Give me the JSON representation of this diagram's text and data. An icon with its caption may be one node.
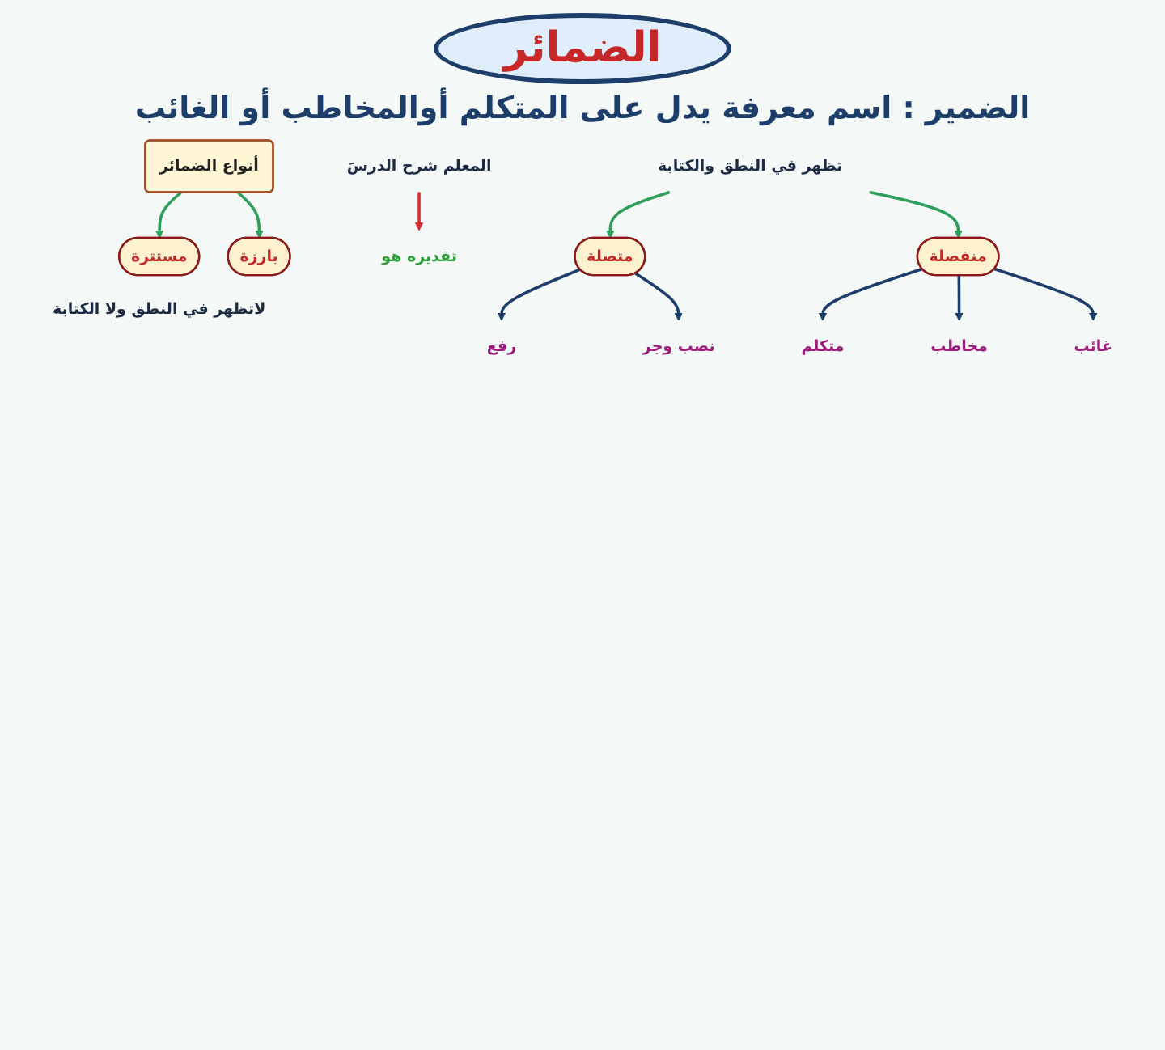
{
  "diagram": {
    "title": "الضمائر",
    "nodes": [
      {
        "text": [
          "أنواع الضمائر"
        ]
      },
      {
        "text": [
          "مستترة"
        ],
        "beside": [
          "لاتظهر في النطق ولا الكتابة"
        ]
      },
      {
        "text": [
          "بارزة"
        ]
      },
      {
        "text": [
          "تظهر في النطق والكتابة"
        ]
      },
      {
        "text": [
          "المعلم شرح الدرسَ"
        ]
      },
      {
        "text": [
          "تقديره هو"
        ]
      },
      {
        "text": [
          "متصلة"
        ]
      },
      {
        "text": [
          "منفصلة"
        ]
      },
      {
        "text": [
          "رفع"
        ]
      },
      {
        "text": [
          "نصب وجر"
        ]
      },
      {
        "text": [
          "متكلم"
        ]
      },
      {
        "text": [
          "مخاطب"
        ]
      },
      {
        "text": [
          "غائب"
        ]
      }
    ],
    "edges": [
      {
        "from": 0,
        "to": 1,
        "arrow": "to",
        "color": "#2e9e5b"
      },
      {
        "from": 0,
        "to": 2,
        "arrow": "to",
        "color": "#2e9e5b"
      },
      {
        "from": 3,
        "to": 6,
        "arrow": "to",
        "color": "#2e9e5b"
      },
      {
        "from": 3,
        "to": 7,
        "arrow": "to",
        "color": "#2e9e5b"
      },
      {
        "from": 4,
        "to": 5,
        "arrow": "to",
        "color": "#d32f2f"
      },
      {
        "from": 6,
        "to": 8,
        "arrow": "to"
      },
      {
        "from": 6,
        "to": 9,
        "arrow": "to"
      },
      {
        "from": 7,
        "to": 10,
        "arrow": "to"
      },
      {
        "from": 7,
        "to": 11,
        "arrow": "to"
      },
      {
        "from": 7,
        "to": 12,
        "arrow": "to"
      }
    ],
    "labels": [
      "الضمير : اسم معرفة يدل على المتكلم أوالمخاطب أو الغائب"
    ]
  }
}
